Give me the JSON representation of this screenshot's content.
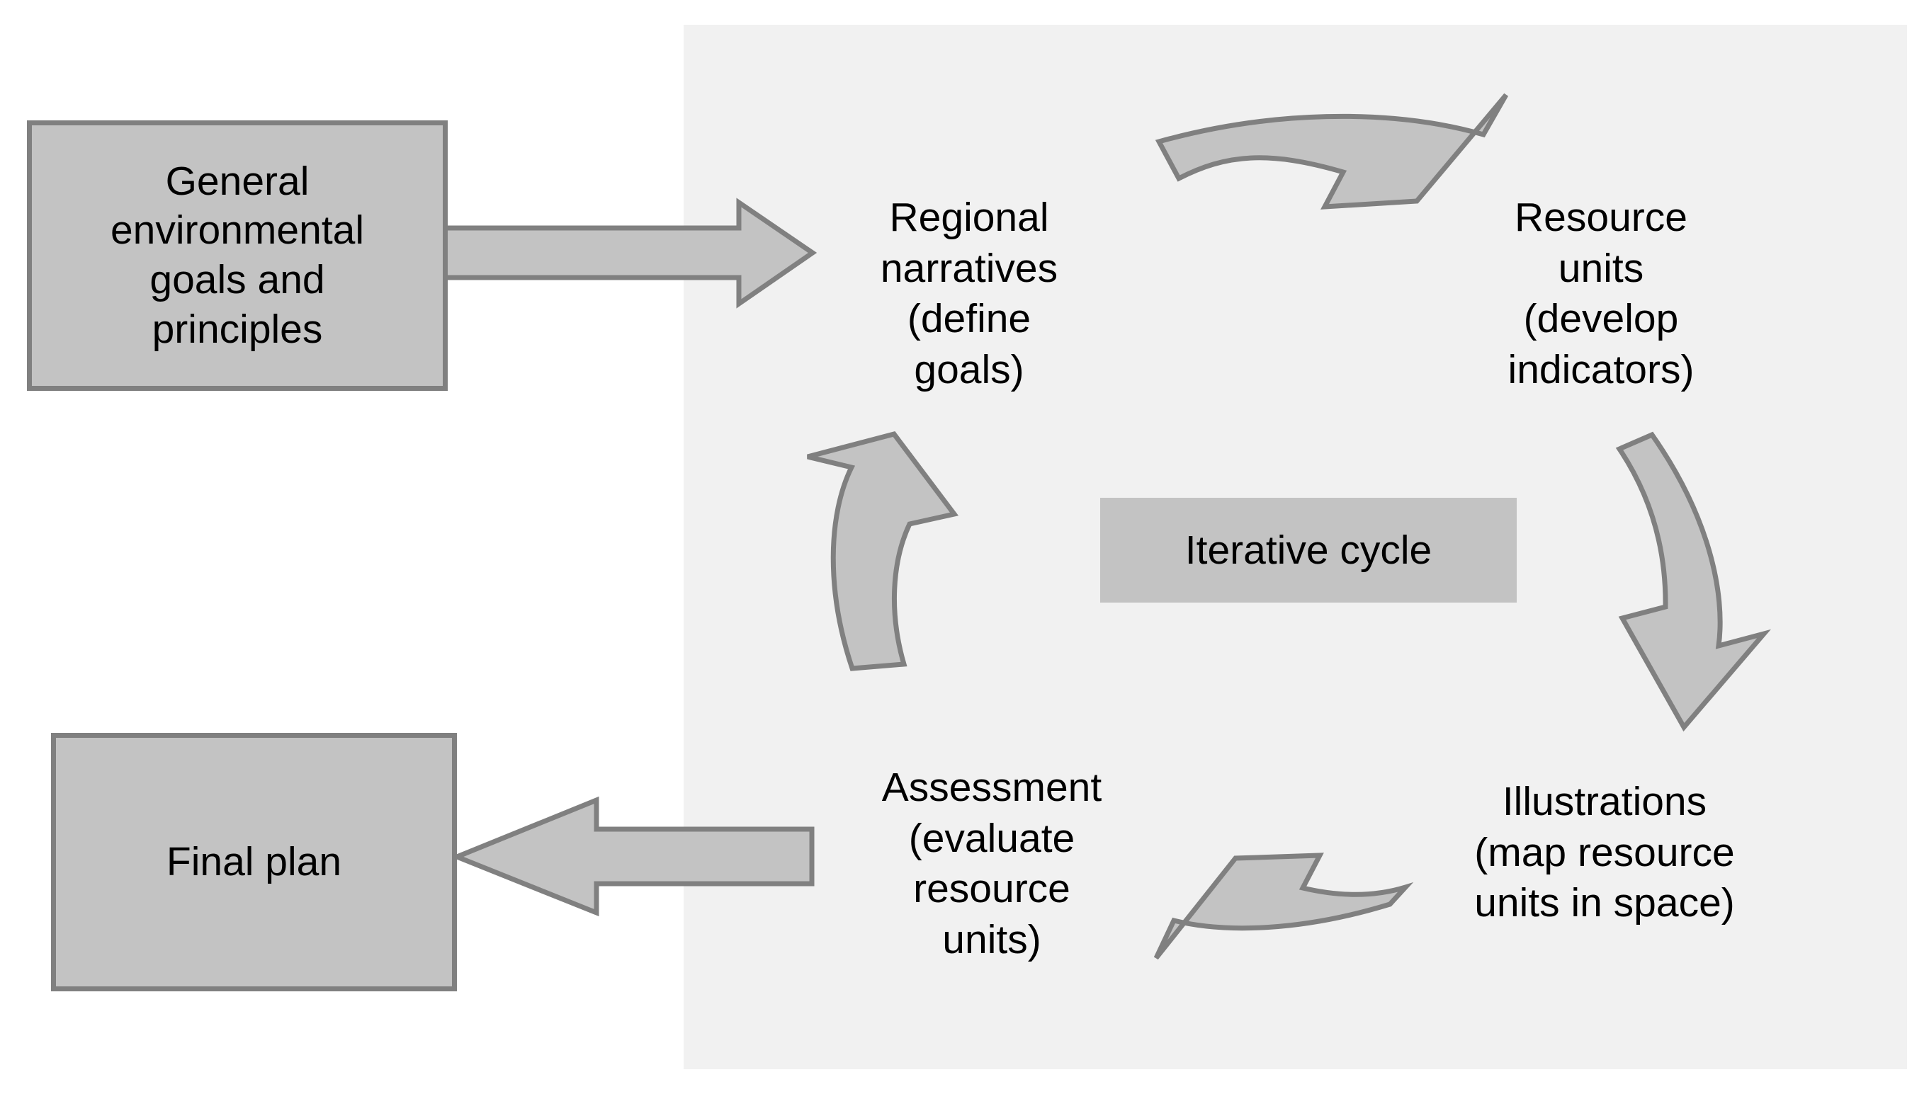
{
  "figure": {
    "type": "cyclic-process-flow-diagram",
    "background_color": "#ffffff",
    "panel_color": "#f1f1f1",
    "shape_fill_color": "#c3c3c3",
    "shape_border_color": "#808080",
    "text_color": "#000000"
  },
  "boxes": {
    "goals": {
      "label": "General\nenvironmental\ngoals and\nprinciples"
    },
    "final_plan": {
      "label": "Final plan"
    }
  },
  "cycle": {
    "tag_label": "Iterative cycle",
    "steps": [
      {
        "id": "regional-narratives",
        "label": "Regional\nnarratives\n(define\ngoals)"
      },
      {
        "id": "resource-units",
        "label": "Resource\nunits\n(develop\nindicators)"
      },
      {
        "id": "illustrations",
        "label": "Illustrations\n(map resource\nunits in space)"
      },
      {
        "id": "assessment",
        "label": "Assessment\n(evaluate\nresource\nunits)"
      }
    ]
  },
  "connectors": [
    {
      "id": "goals-to-regional",
      "kind": "straight-arrow",
      "direction": "right",
      "from": "goals",
      "to": "regional-narratives"
    },
    {
      "id": "regional-to-resource",
      "kind": "curved-arrow",
      "direction": "right",
      "from": "regional-narratives",
      "to": "resource-units"
    },
    {
      "id": "resource-to-illustrations",
      "kind": "curved-arrow",
      "direction": "down",
      "from": "resource-units",
      "to": "illustrations"
    },
    {
      "id": "illustrations-to-assessment",
      "kind": "curved-arrow",
      "direction": "left",
      "from": "illustrations",
      "to": "assessment"
    },
    {
      "id": "assessment-to-regional",
      "kind": "curved-arrow",
      "direction": "up",
      "from": "assessment",
      "to": "regional-narratives"
    },
    {
      "id": "assessment-to-final-plan",
      "kind": "straight-arrow",
      "direction": "left",
      "from": "assessment",
      "to": "final_plan"
    }
  ]
}
